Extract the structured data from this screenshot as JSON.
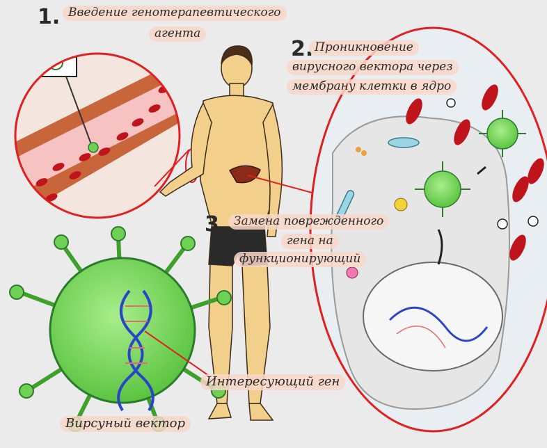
{
  "step1": {
    "number": "1.",
    "line1": "Введение генотерапевтического",
    "line2": "агента"
  },
  "step2": {
    "number": "2.",
    "line1": "Проникновение",
    "line2": "вирусного вектора через",
    "line3": "мембрану клетки в ядро"
  },
  "step3": {
    "number": "3.",
    "line1": "Замена поврежденного",
    "line2": "гена на",
    "line3": "функционирующий"
  },
  "gene_label": "Интересующий ген",
  "vector_label": "Вирсуный вектор",
  "colors": {
    "background": "#ebebeb",
    "circle_border": "#e02020",
    "virus": "#6fd154",
    "blood_cell": "#c0141c",
    "skin": "#f2cf8a",
    "label_bg": "#f8d7c8"
  }
}
